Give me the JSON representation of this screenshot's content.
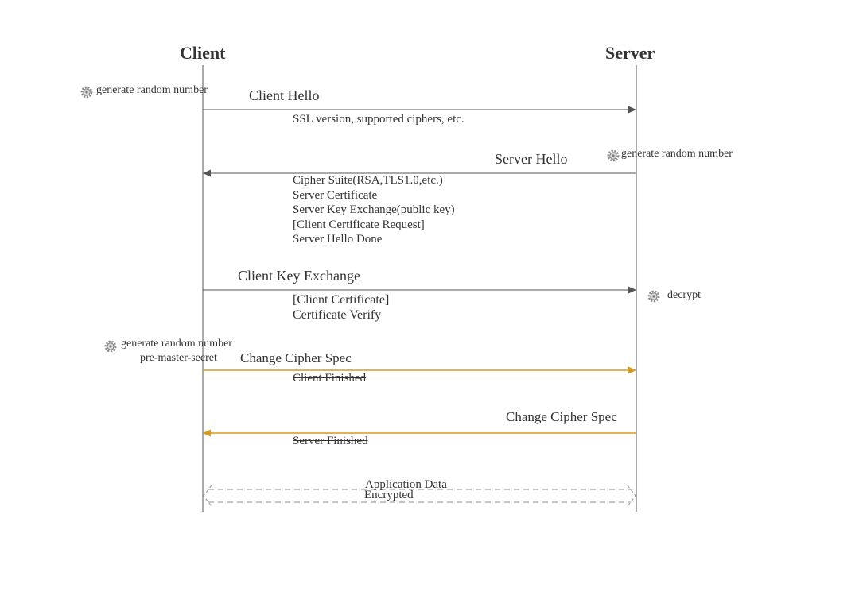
{
  "actors": {
    "client": "Client",
    "server": "Server"
  },
  "colors": {
    "line": "#555555",
    "change_cipher": "#d99a17",
    "encrypted": "#9aa3ad",
    "text": "#333333"
  },
  "notes": {
    "client_random": "generate random number",
    "server_random": "generate random number",
    "server_decrypt": "decrypt",
    "client_random2": "generate random number",
    "pre_master": "pre-master-secret"
  },
  "messages": {
    "client_hello": {
      "label": "Client Hello",
      "detail": "SSL version, supported ciphers, etc."
    },
    "server_hello": {
      "label": "Server Hello",
      "details": [
        "Cipher Suite(RSA,TLS1.0,etc.)",
        "Server Certificate",
        "Server Key Exchange(public key)",
        "[Client Certificate Request]",
        "Server Hello Done"
      ]
    },
    "client_key_exchange": {
      "label": "Client Key Exchange",
      "details": [
        "[Client Certificate]",
        "Certificate Verify"
      ]
    },
    "client_change_cipher": {
      "label": "Change Cipher Spec",
      "detail": "Client Finished"
    },
    "server_change_cipher": {
      "label": "Change Cipher Spec",
      "detail": "Server Finished"
    },
    "application_data": {
      "label": "Application Data",
      "detail": "Encrypted"
    }
  }
}
